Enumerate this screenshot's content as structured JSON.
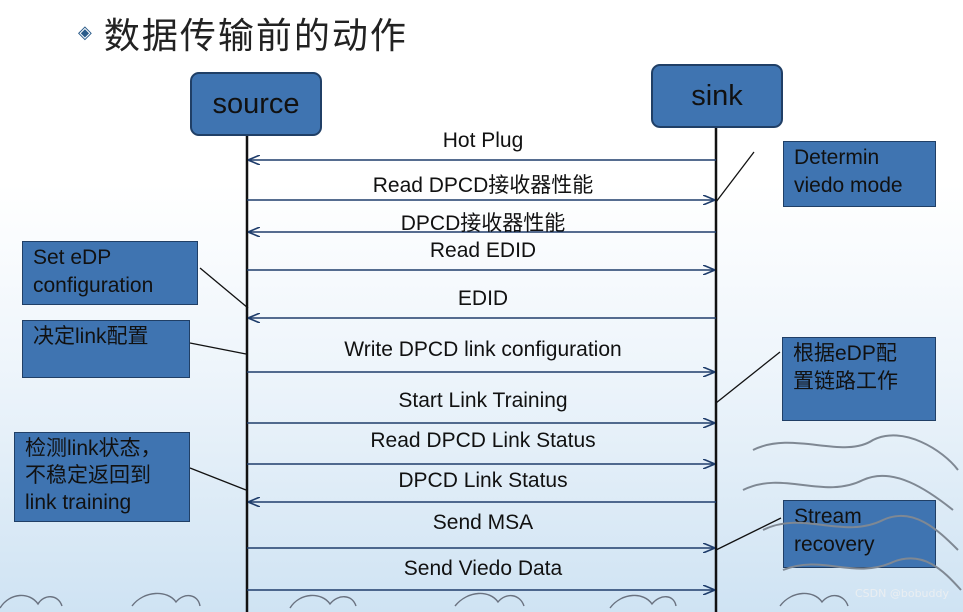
{
  "title": "数据传输前的动作",
  "actors": {
    "source": "source",
    "sink": "sink"
  },
  "messages": [
    "Hot Plug",
    "Read DPCD接收器性能",
    "DPCD接收器性能",
    "Read EDID",
    "EDID",
    "Write DPCD link configuration",
    "Start Link Training",
    "Read DPCD Link Status",
    "DPCD Link Status",
    "Send MSA",
    "Send Viedo Data"
  ],
  "notes": {
    "determin": "Determin\nviedo mode",
    "set_edp": "Set eDP\nconfiguration",
    "decide_link": "决定link配置",
    "edp_link_work": "根据eDP配\n置链路工作",
    "detect_link": "检测link状态，\n不稳定返回到\nlink training",
    "stream_recovery": "Stream\nrecovery"
  },
  "watermark": "CSDN @bobuddy",
  "colors": {
    "box_fill": "#3f74b1",
    "box_border": "#203f66",
    "line": "#1f3d6b"
  }
}
